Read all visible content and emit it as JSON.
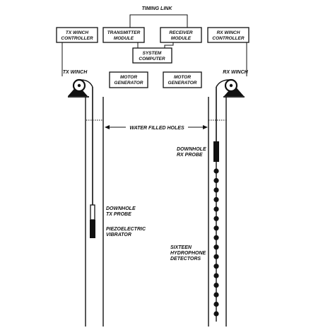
{
  "diagram": {
    "labels": {
      "timing_link": "TIMING LINK",
      "tx_winch_controller": [
        "TX WINCH",
        "CONTROLLER"
      ],
      "transmitter_module": [
        "TRANSMITTER",
        "MODULE"
      ],
      "receiver_module": [
        "RECEIVER",
        "MODULE"
      ],
      "rx_winch_controller": [
        "RX WINCH",
        "CONTROLLER"
      ],
      "system_computer": [
        "SYSTEM",
        "COMPUTER"
      ],
      "motor_generator_left": [
        "MOTOR",
        "GENERATOR"
      ],
      "motor_generator_right": [
        "MOTOR",
        "GENERATOR"
      ],
      "tx_winch": "TX WINCH",
      "rx_winch": "RX WINCH",
      "water_filled_holes": "WATER FILLED HOLES",
      "downhole_rx_probe": [
        "DOWNHOLE",
        "RX PROBE"
      ],
      "downhole_tx_probe": [
        "DOWNHOLE",
        "TX PROBE"
      ],
      "piezoelectric_vibrator": [
        "PIEZOELECTRIC",
        "VIBRATOR"
      ],
      "sixteen_hydrophone_detectors": [
        "SIXTEEN",
        "HYDROPHONE",
        "DETECTORS"
      ]
    },
    "hydrophone_count": 16,
    "colors": {
      "ink": "#111111",
      "background": "#ffffff"
    }
  }
}
